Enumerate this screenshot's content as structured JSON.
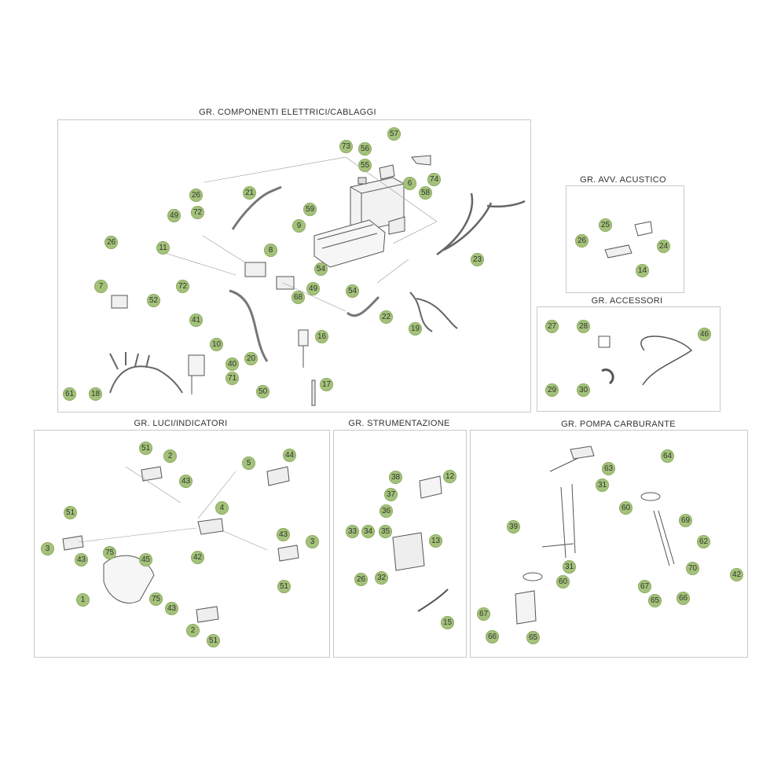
{
  "sections": {
    "electrical": "GR. COMPONENTI ELETTRICI/CABLAGGI",
    "horn": "GR. AVV. ACUSTICO",
    "accessories": "GR. ACCESSORI",
    "lights": "GR. LUCI/INDICATORI",
    "instruments": "GR. STRUMENTAZIONE",
    "fuel_pump": "GR. POMPA CARBURANTE"
  },
  "badges": [
    "73",
    "57",
    "56",
    "55",
    "74",
    "6",
    "58",
    "21",
    "26",
    "72",
    "49",
    "59",
    "9",
    "23",
    "26",
    "11",
    "72",
    "8",
    "54",
    "49",
    "68",
    "54",
    "7",
    "52",
    "41",
    "22",
    "19",
    "16",
    "10",
    "40",
    "20",
    "71",
    "17",
    "61",
    "18",
    "50",
    "25",
    "26",
    "24",
    "14",
    "27",
    "28",
    "46",
    "29",
    "30",
    "51",
    "2",
    "43",
    "5",
    "44",
    "4",
    "51",
    "3",
    "43",
    "75",
    "45",
    "43",
    "42",
    "3",
    "51",
    "1",
    "75",
    "43",
    "2",
    "51",
    "38",
    "12",
    "37",
    "36",
    "33",
    "34",
    "35",
    "13",
    "26",
    "32",
    "15",
    "63",
    "64",
    "31",
    "60",
    "39",
    "69",
    "62",
    "70",
    "31",
    "60",
    "42",
    "67",
    "65",
    "66",
    "67",
    "66",
    "65"
  ],
  "colors": {
    "badge": "#a4c27a",
    "line": "#555555",
    "frame": "#c8c8c8"
  }
}
